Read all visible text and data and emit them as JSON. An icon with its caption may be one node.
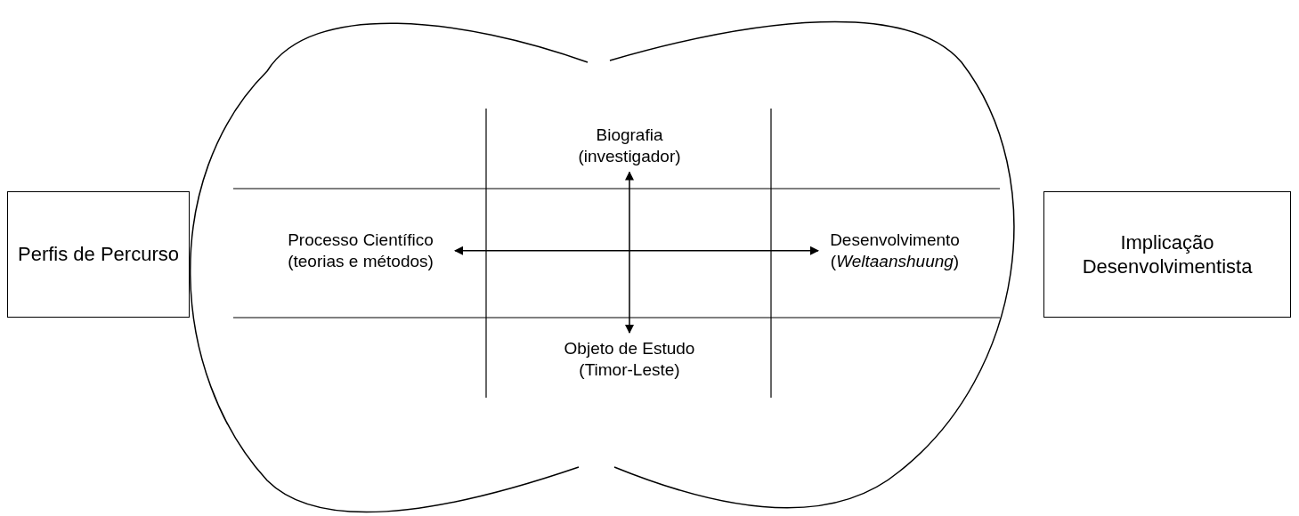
{
  "diagram": {
    "nodes": [
      {
        "text": [
          "Perfis de Percurso"
        ]
      },
      {
        "text": [],
        "shape": "cloud"
      },
      {
        "text": [
          "Biografia (investigador)"
        ],
        "in": 1
      },
      {
        "text": [
          "Processo Científico (teorias e métodos)"
        ],
        "in": 1
      },
      {
        "text": [
          "Desenvolvimento (*Weltaanshuung*)"
        ],
        "in": 1
      },
      {
        "text": [
          "Objeto de Estudo (Timor-Leste)"
        ],
        "in": 1
      },
      {
        "text": [
          "Implicação Desenvolvimentista"
        ]
      }
    ],
    "edges": [
      {
        "from": 3,
        "to": 4,
        "arrow": "both"
      },
      {
        "from": 2,
        "to": 5,
        "arrow": "both"
      }
    ]
  }
}
